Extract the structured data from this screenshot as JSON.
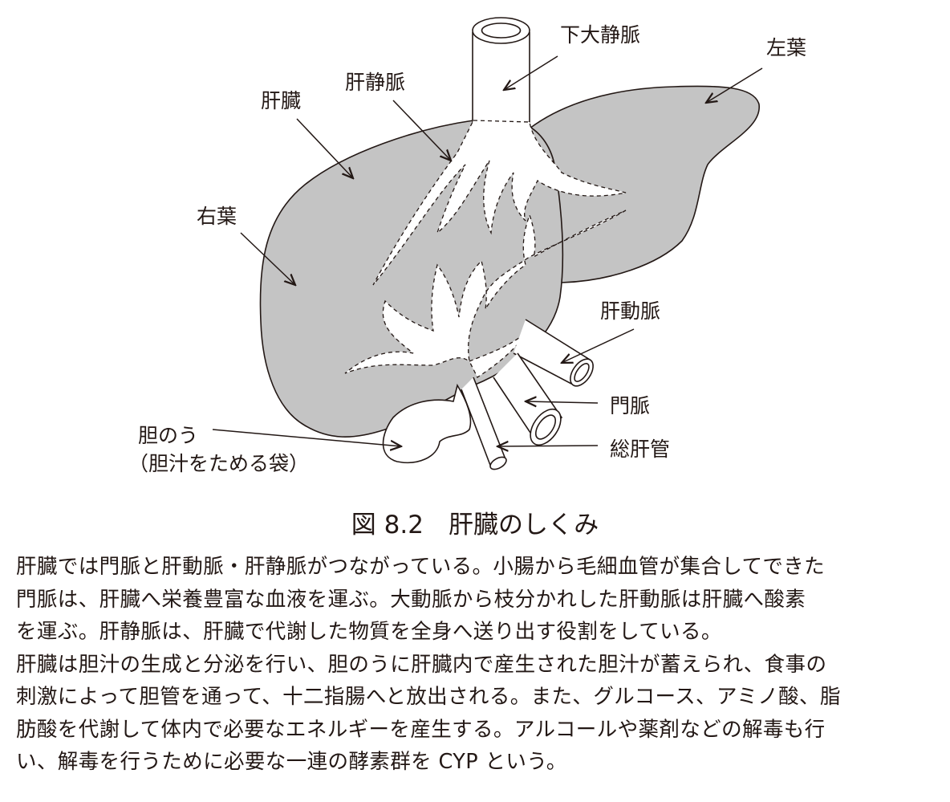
{
  "figure": {
    "labels": {
      "ivc": "下大静脈",
      "left_lobe": "左葉",
      "hepatic_vein": "肝静脈",
      "liver": "肝臓",
      "right_lobe": "右葉",
      "hepatic_artery": "肝動脈",
      "portal_vein": "門脈",
      "common_hepatic_duct": "総肝管",
      "gallbladder": "胆のう",
      "gallbladder_note": "（胆汁をためる袋）"
    },
    "caption": "図 8.2　肝臓のしくみ",
    "colors": {
      "liver_fill": "#c4c4c4",
      "outline": "#231815"
    }
  },
  "body_lines": [
    "肝臓では門脈と肝動脈・肝静脈がつながっている。小腸から毛細血管が集合してできた",
    "門脈は、肝臓へ栄養豊富な血液を運ぶ。大動脈から枝分かれした肝動脈は肝臓へ酸素",
    "を運ぶ。肝静脈は、肝臓で代謝した物質を全身へ送り出す役割をしている。",
    "肝臓は胆汁の生成と分泌を行い、胆のうに肝臓内で産生された胆汁が蓄えられ、食事の",
    "刺激によって胆管を通って、十二指腸へと放出される。また、グルコース、アミノ酸、脂",
    "肪酸を代謝して体内で必要なエネルギーを産生する。アルコールや薬剤などの解毒も行",
    "い、解毒を行うために必要な一連の酵素群を CYP という。"
  ]
}
